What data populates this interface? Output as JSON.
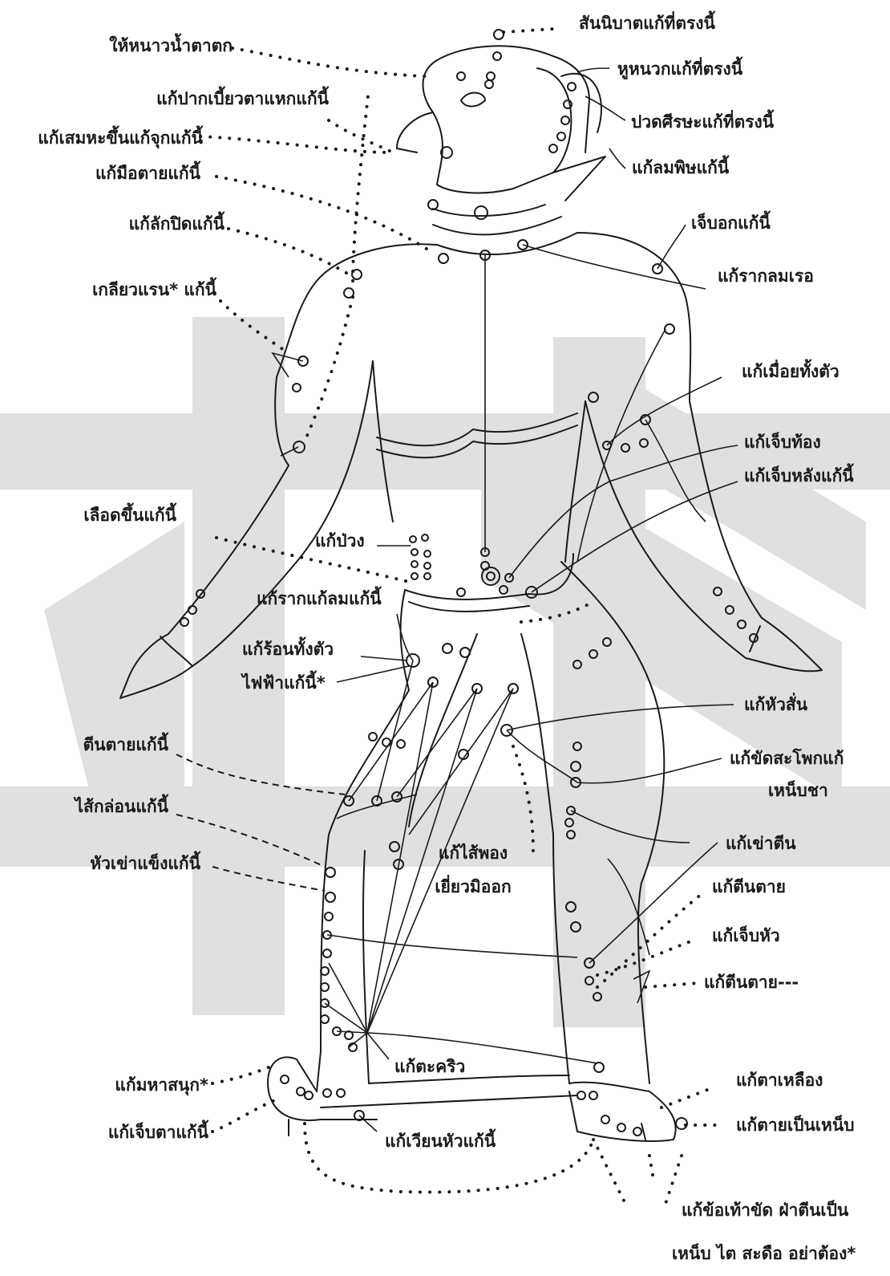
{
  "colors": {
    "ink": "#1a1a1a",
    "watermark": "#d6d6d6",
    "background": "#ffffff"
  },
  "labels_left": {
    "tears": "ให้หนาวน้ำตาตก",
    "mouth": "แก้ปากเบี้ยวตาแหกแก้นี้",
    "phlegm": "แก้เสมหะขึ้นแก้จุกแก้นี้",
    "dead_hand": "แก้มือตายแก้นี้",
    "lak_pid": "แก้ลักปิดแก้นี้",
    "kliaw_raen": "เกลียวแรน* แก้นี้",
    "blood": "เลือดขึ้นแก้นี้",
    "dead_foot": "ตีนตายแก้นี้",
    "hernia": "ไส้กล่อนแก้นี้",
    "stiff_knee": "หัวเข่าแข็งแก้นี้",
    "maha_sanuk": "แก้มหาสนุก*",
    "eye_pain": "แก้เจ็บตาแก้นี้"
  },
  "labels_right": {
    "sannibat": "สันนิบาตแก้ที่ตรงนี้",
    "deaf": "หูหนวกแก้ที่ตรงนี้",
    "headache": "ปวดศีรษะแก้ที่ตรงนี้",
    "poison_wind": "แก้ลมพิษแก้นี้",
    "chest": "เจ็บอกแก้นี้",
    "rak_lom": "แก้รากลมเรอ",
    "tired": "แก้เมื่อยทั้งตัว",
    "stomach": "แก้เจ็บท้อง",
    "back": "แก้เจ็บหลังแก้นี้",
    "head_shake": "แก้หัวสั่น",
    "hip_1": "แก้ขัดสะโพกแก้",
    "hip_2": "เหน็บชา",
    "knee_foot": "แก้เข่าตีน",
    "dead_foot_2": "แก้ตีนตาย",
    "head_pain": "แก้เจ็บหัว",
    "dead_foot_3": "แก้ตีนตาย---",
    "yellow_eye": "แก้ตาเหลือง",
    "numb_death": "แก้ตายเป็นเหน็บ",
    "ankle_1": "แก้ข้อเท้าขัด ฝ่าตีนเป็น",
    "ankle_2": "เหน็บ ไต สะดือ อย่าต้อง*"
  },
  "labels_center": {
    "puang": "แก้ป่วง",
    "rak_kae_lom": "แก้รากแก้ลมแก้นี้",
    "hot_body": "แก้ร้อนทั้งตัว",
    "lightning": "ไฟฟ้าแก้นี้*",
    "sai_pong_1": "แก้ไส้พอง",
    "sai_pong_2": "เยี่ยวมิออก",
    "cramp": "แก้ตะคริว",
    "dizzy": "แก้เวียนหัวแก้นี้"
  }
}
